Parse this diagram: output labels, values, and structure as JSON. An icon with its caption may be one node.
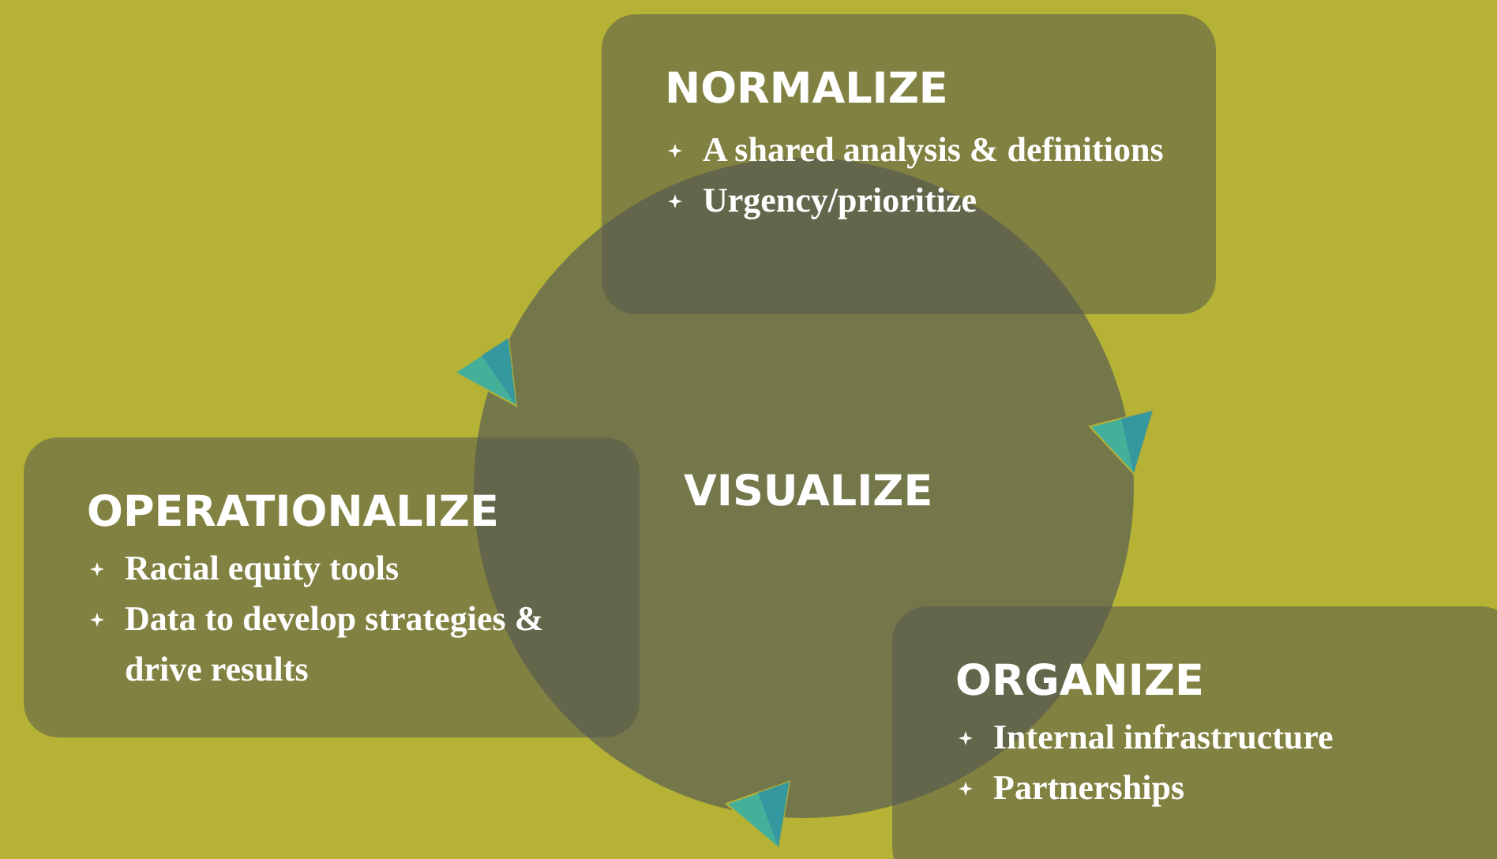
{
  "diagram": {
    "nodes": [
      {
        "text": [
          "NORMALIZE",
          "A shared analysis & definitions",
          "Urgency/prioritize"
        ]
      },
      {
        "text": [
          "VISUALIZE"
        ]
      },
      {
        "text": [
          "OPERATIONALIZE",
          "Racial equity tools",
          "Data to develop strategies & drive results"
        ]
      },
      {
        "text": [
          "ORGANIZE",
          "Internal infrastructure",
          "Partnerships"
        ]
      }
    ]
  }
}
